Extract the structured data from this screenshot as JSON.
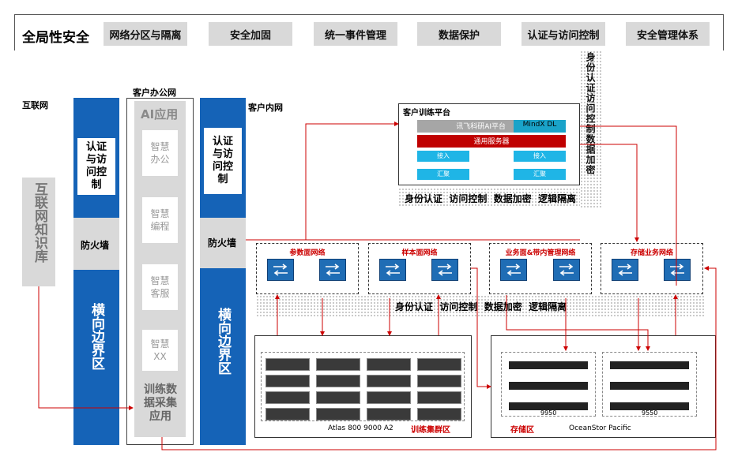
{
  "header": {
    "title": "全局性安全",
    "tabs": [
      "网络分区与隔离",
      "安全加固",
      "统一事件管理",
      "数据保护",
      "认证与访问控制",
      "安全管理体系"
    ]
  },
  "side_vertical": "身份认证访问控制数据加密",
  "zones": {
    "internet": "互联网",
    "office": "客户办公网",
    "intranet": "客户内网"
  },
  "knowledge_base": "互联网知识库",
  "left_column": {
    "auth": "认证与访问控制",
    "firewall": "防火墙",
    "border": "横向边界区"
  },
  "right_column": {
    "auth": "认证与访问控制",
    "firewall": "防火墙",
    "border": "横向边界区"
  },
  "ai_apps": {
    "title": "AI应用",
    "items": [
      "智慧办公",
      "智慧编程",
      "智慧客服",
      "智慧XX"
    ],
    "collect": "训练数据采集应用"
  },
  "platform": {
    "title": "客户训练平台",
    "ai_platform": "讯飞科研AI平台",
    "mindx": "MindX DL",
    "server": "通用服务器",
    "access": "接入",
    "aggregate": "汇聚",
    "security_line": "身份认证  访问控制  数据加密  逻辑隔离"
  },
  "networks": [
    "参数面网络",
    "样本面网络",
    "业务面&带内管理网络",
    "存储业务网络"
  ],
  "mid_security_line": "身份认证  访问控制  数据加密  逻辑隔离",
  "cluster": {
    "model": "Atlas 800 9000 A2",
    "zone": "训练集群区"
  },
  "storage": {
    "zone": "存储区",
    "product": "OceanStor Pacific",
    "unit1": "9950",
    "unit2": "9550"
  },
  "colors": {
    "blue": "#1563b7",
    "red": "#c00000",
    "grey": "#d9d9d9"
  }
}
